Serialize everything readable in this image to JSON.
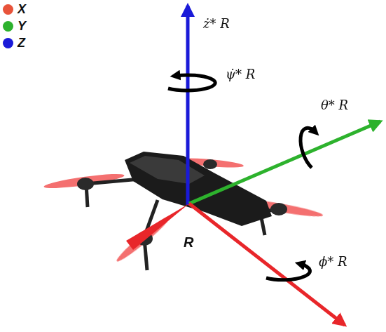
{
  "diagram": {
    "labels": [
      "ż* R",
      "ψ̇* R",
      "θ* R",
      "ϕ* R",
      "R"
    ],
    "legend": [
      {
        "text": "X",
        "color": "#e8533a"
      },
      {
        "text": "Y",
        "color": "#2db22d"
      },
      {
        "text": "Z",
        "color": "#1a1ad8"
      }
    ]
  }
}
